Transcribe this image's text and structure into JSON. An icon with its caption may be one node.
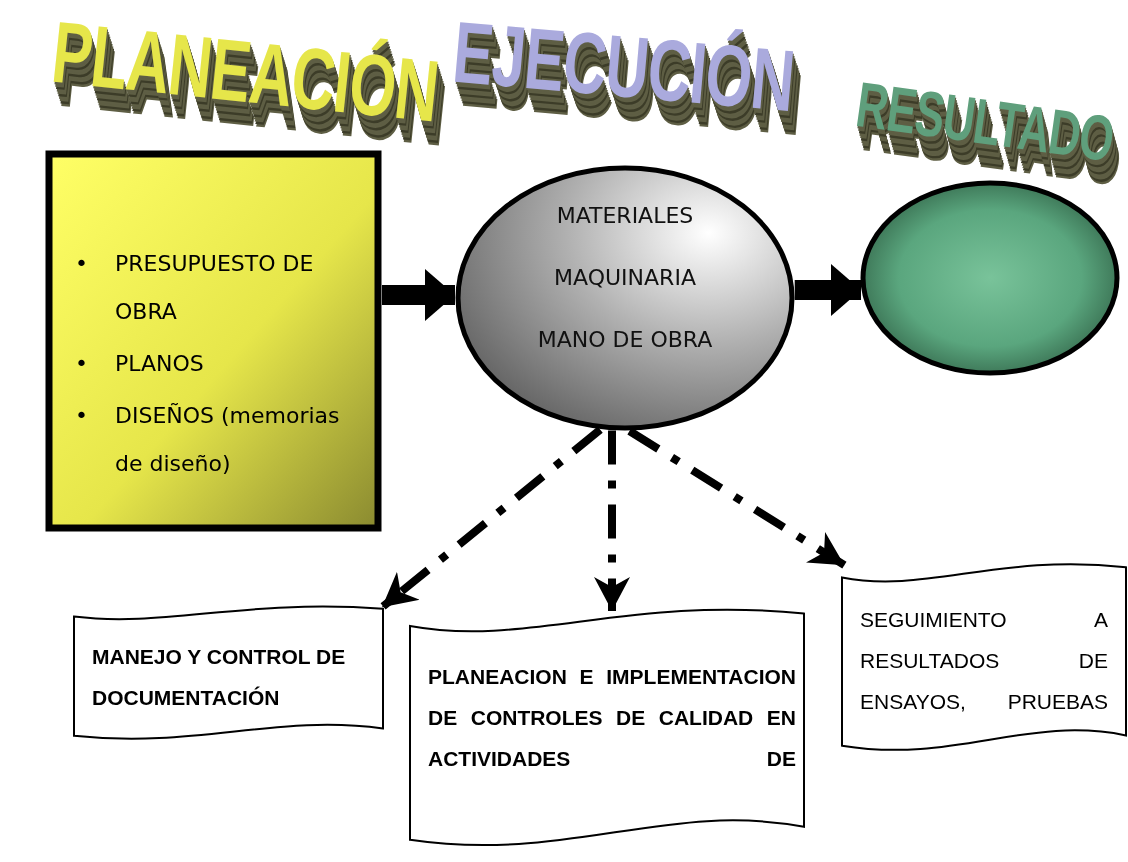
{
  "diagram": {
    "nodes": [
      {
        "text": [
          "PRESUPUESTO DE OBRA",
          "PLANOS",
          "DISEÑOS (memorias de diseño)"
        ]
      },
      {
        "text": [
          "MATERIALES",
          "MAQUINARIA",
          "MANO DE OBRA"
        ]
      },
      {
        "text": [],
        "shape": "circle"
      },
      {
        "text": [
          "MANEJO Y CONTROL DE DOCUMENTACIÓN"
        ]
      },
      {
        "text": [
          "PLANEACION E IMPLEMENTACION DE CONTROLES DE CALIDAD EN ACTIVIDADES DE"
        ]
      },
      {
        "text": [
          "SEGUIMIENTO A RESULTADOS DE ENSAYOS, PRUEBAS"
        ]
      }
    ],
    "edges": [
      {
        "from": 0,
        "to": 1,
        "arrow": "to",
        "style": "thick"
      },
      {
        "from": 1,
        "to": 2,
        "arrow": "to",
        "style": "thick"
      },
      {
        "from": 1,
        "to": 3,
        "arrow": "to",
        "style": "dashed"
      },
      {
        "from": 1,
        "to": 4,
        "arrow": "to",
        "style": "dashed"
      },
      {
        "from": 1,
        "to": 5,
        "arrow": "to",
        "style": "dashed"
      }
    ],
    "labels": [
      "PLANEACIÓN",
      "EJECUCIÓN",
      "RESULTADO",
      "•",
      "•",
      "•"
    ]
  }
}
